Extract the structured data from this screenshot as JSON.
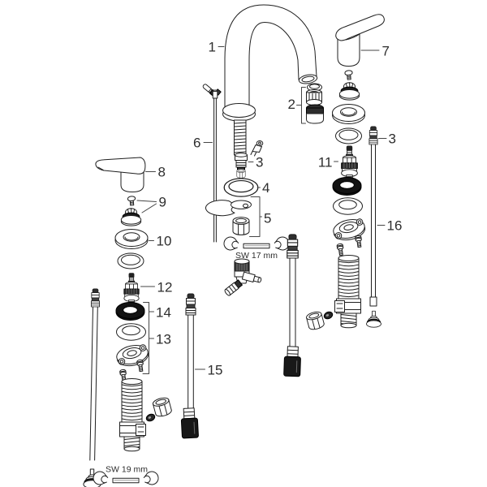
{
  "diagram": {
    "background": "#ffffff",
    "line_color": "#1f1f1f",
    "label_color": "#2e2e2e",
    "dark_fill": "#141414"
  },
  "callouts": {
    "c1": "1",
    "c2": "2",
    "c3_center": "3",
    "c3_right": "3",
    "c4": "4",
    "c5": "5",
    "c6": "6",
    "c7": "7",
    "c8": "8",
    "c9": "9",
    "c10": "10",
    "c11": "11",
    "c12": "12",
    "c13": "13",
    "c14": "14",
    "c15": "15",
    "c16": "16"
  },
  "wrench_labels": {
    "sw17": "SW 17 mm",
    "sw19": "SW 19 mm"
  }
}
